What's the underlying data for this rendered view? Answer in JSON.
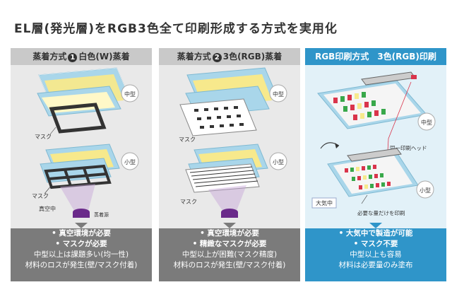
{
  "title": "EL層(発光層)をRGB3色全て印刷形成する方式を実用化",
  "columns": [
    {
      "head_pre": "蒸着方式",
      "num": "1",
      "head_post": "白色(W)蒸着",
      "labels": {
        "medium": "中型",
        "small": "小型",
        "mask1": "マスク",
        "mask2": "マスク",
        "vacuum": "真空中",
        "source": "蒸着源"
      },
      "notes": [
        "• 真空環境が必要",
        "• マスクが必要",
        "中型以上は課題多い(均一性)",
        "材料のロスが発生(壁/マスク付着)"
      ]
    },
    {
      "head_pre": "蒸着方式",
      "num": "2",
      "head_post": "3色(RGB)蒸着",
      "labels": {
        "medium": "中型",
        "small": "小型",
        "mask1": "マスク",
        "mask2": "マスク"
      },
      "notes": [
        "• 真空環境が必要",
        "• 精緻なマスクが必要",
        "中型以上が困難(マスク精度)",
        "材料のロスが発生(壁/マスク付着)"
      ]
    },
    {
      "head": "RGB印刷方式　3色(RGB)印刷",
      "labels": {
        "medium": "中型",
        "small": "小型",
        "head": "同一印刷ヘッド",
        "air": "大気中",
        "only": "必要な量だけを印刷"
      },
      "notes": [
        "• 大気中で製造が可能",
        "• マスク不要",
        "中型以上も容易",
        "材料は必要量のみ塗布"
      ]
    }
  ],
  "colors": {
    "accent": "#2f95c9",
    "grey_panel": "#e9e9e9",
    "grey_head": "#c9c9c9",
    "notes_grey": "#7b7b7b",
    "glass": "#a9d6ea",
    "emission": "#f7e98c",
    "red": "#d9344b",
    "green": "#38a84a"
  }
}
